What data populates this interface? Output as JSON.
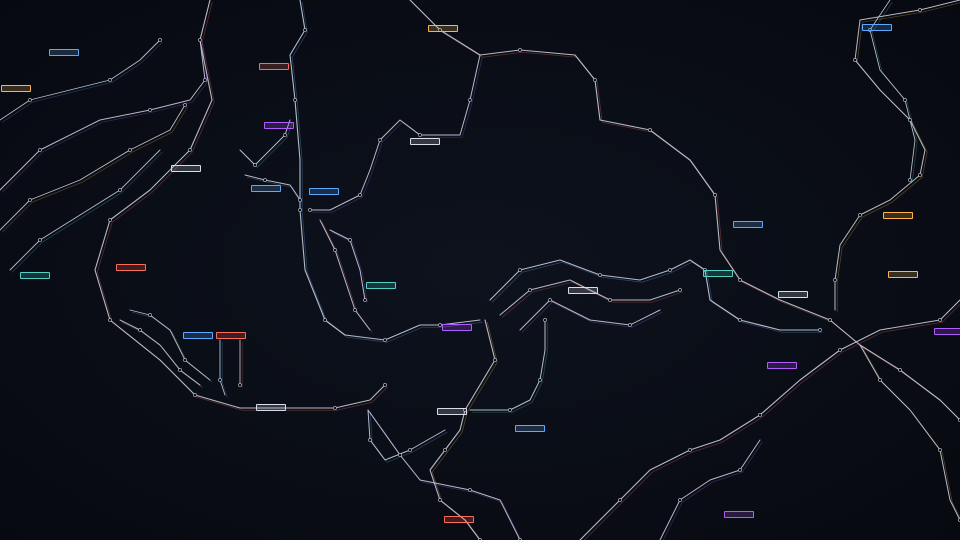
{
  "map": {
    "background_color": "#0a0d16",
    "line_color": "#c9ced8",
    "accent_colors": [
      "#5fa8ff",
      "#ff6b5a",
      "#b05cff",
      "#ffb347",
      "#4fd1c5"
    ]
  },
  "stations": [
    {
      "id": "st-01",
      "name": "",
      "color": "#5fa8ff"
    },
    {
      "id": "st-02",
      "name": "",
      "color": "#ff6b5a"
    },
    {
      "id": "st-03",
      "name": "",
      "color": "#b05cff"
    },
    {
      "id": "st-04",
      "name": "",
      "color": "#ffb347"
    },
    {
      "id": "st-05",
      "name": "",
      "color": "#4fd1c5"
    },
    {
      "id": "st-06",
      "name": "",
      "color": "#5fa8ff"
    },
    {
      "id": "st-07",
      "name": "",
      "color": "#d8dde8"
    },
    {
      "id": "st-08",
      "name": "",
      "color": "#5fa8ff"
    },
    {
      "id": "st-09",
      "name": "",
      "color": "#ff6b5a"
    },
    {
      "id": "st-10",
      "name": "",
      "color": "#ff6b5a"
    },
    {
      "id": "st-11",
      "name": "",
      "color": "#5fa8ff"
    },
    {
      "id": "st-12",
      "name": "",
      "color": "#4fd1c5"
    },
    {
      "id": "st-13",
      "name": "",
      "color": "#d8dde8"
    },
    {
      "id": "st-14",
      "name": "",
      "color": "#d8dde8"
    },
    {
      "id": "st-15",
      "name": "",
      "color": "#b05cff"
    },
    {
      "id": "st-16",
      "name": "",
      "color": "#d8dde8"
    },
    {
      "id": "st-17",
      "name": "",
      "color": "#d8dde8"
    },
    {
      "id": "st-18",
      "name": "",
      "color": "#5fa8ff"
    },
    {
      "id": "st-19",
      "name": "",
      "color": "#4fd1c5"
    },
    {
      "id": "st-20",
      "name": "",
      "color": "#5fa8ff"
    },
    {
      "id": "st-21",
      "name": "",
      "color": "#d8dde8"
    },
    {
      "id": "st-22",
      "name": "",
      "color": "#b05cff"
    },
    {
      "id": "st-23",
      "name": "",
      "color": "#ffb347"
    },
    {
      "id": "st-24",
      "name": "",
      "color": "#ffb347"
    },
    {
      "id": "st-25",
      "name": "",
      "color": "#ff6b5a"
    },
    {
      "id": "st-26",
      "name": "",
      "color": "#b05cff"
    },
    {
      "id": "st-27",
      "name": "",
      "color": "#5fa8ff"
    },
    {
      "id": "st-28",
      "name": "",
      "color": "#ffb347"
    },
    {
      "id": "st-29",
      "name": "",
      "color": "#b05cff"
    }
  ]
}
